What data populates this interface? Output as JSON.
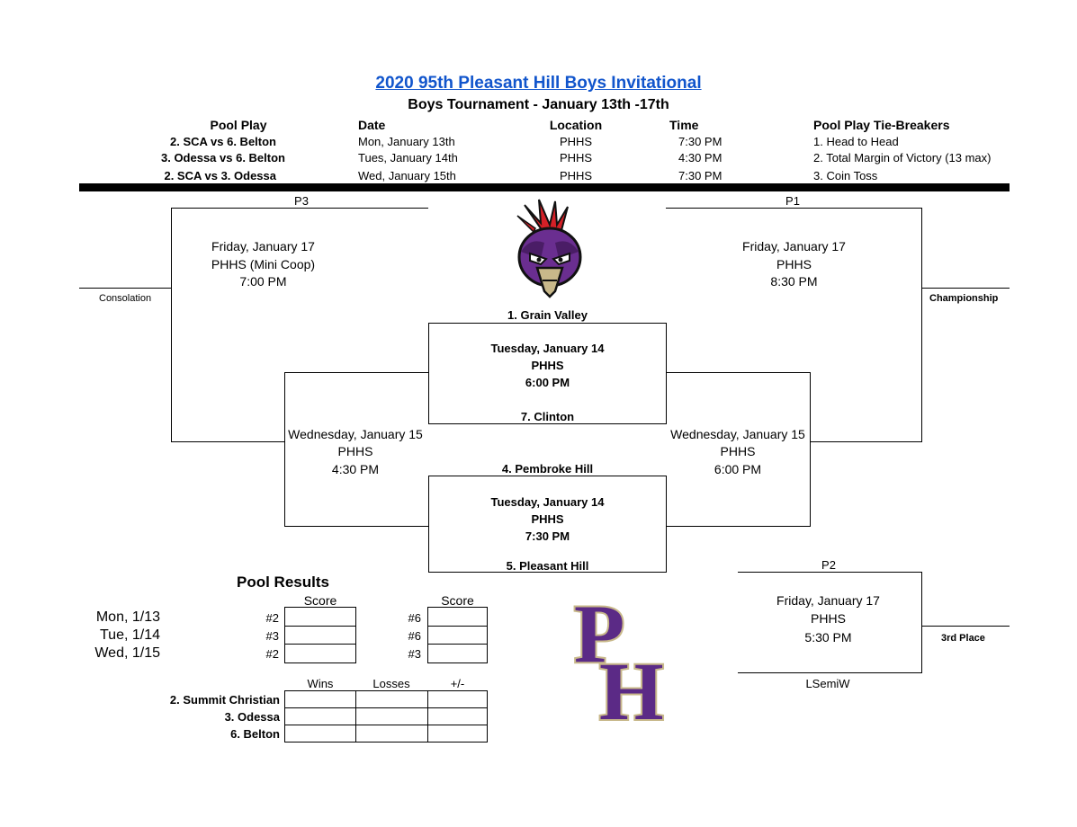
{
  "header": {
    "title": "2020 95th Pleasant Hill Boys Invitational",
    "subtitle": "Boys Tournament - January 13th -17th"
  },
  "pool_schedule": {
    "headers": {
      "matchup": "Pool Play",
      "date": "Date",
      "location": "Location",
      "time": "Time",
      "tiebreakers": "Pool Play Tie-Breakers"
    },
    "rows": [
      {
        "matchup": "2. SCA vs 6. Belton",
        "date": "Mon, January 13th",
        "location": "PHHS",
        "time": "7:30 PM",
        "tiebreaker": "1. Head to Head"
      },
      {
        "matchup": "3. Odessa vs 6. Belton",
        "date": "Tues, January 14th",
        "location": "PHHS",
        "time": "4:30 PM",
        "tiebreaker": "2. Total Margin of Victory (13 max)"
      },
      {
        "matchup": "2. SCA vs 3. Odessa",
        "date": "Wed, January 15th",
        "location": "PHHS",
        "time": "7:30 PM",
        "tiebreaker": "3. Coin Toss"
      }
    ]
  },
  "bracket": {
    "p3_label": "P3",
    "p1_label": "P1",
    "p2_label": "P2",
    "consolation": {
      "label": "Consolation",
      "date": "Friday, January 17",
      "location": "PHHS (Mini Coop)",
      "time": "7:00 PM"
    },
    "championship": {
      "label": "Championship",
      "date": "Friday, January 17",
      "location": "PHHS",
      "time": "8:30 PM"
    },
    "third_place": {
      "label": "3rd Place",
      "date": "Friday, January 17",
      "location": "PHHS",
      "time": "5:30 PM",
      "loser_label": "LSemiW"
    },
    "quarter1": {
      "top_team": "1. Grain Valley",
      "date": "Tuesday, January 14",
      "location": "PHHS",
      "time": "6:00 PM",
      "bottom_team": "7. Clinton"
    },
    "quarter2": {
      "top_team": "4. Pembroke Hill",
      "date": "Tuesday, January 14",
      "location": "PHHS",
      "time": "7:30 PM",
      "bottom_team": "5. Pleasant Hill"
    },
    "semi_left": {
      "date": "Wednesday, January 15",
      "location": "PHHS",
      "time": "4:30 PM"
    },
    "semi_right": {
      "date": "Wednesday, January 15",
      "location": "PHHS",
      "time": "6:00 PM"
    }
  },
  "pool_results": {
    "title": "Pool Results",
    "score_header": "Score",
    "games": [
      {
        "date": "Mon, 1/13",
        "seed_a": "#2",
        "seed_b": "#6"
      },
      {
        "date": "Tue, 1/14",
        "seed_a": "#3",
        "seed_b": "#6"
      },
      {
        "date": "Wed, 1/15",
        "seed_a": "#2",
        "seed_b": "#3"
      }
    ],
    "standings_headers": {
      "wins": "Wins",
      "losses": "Losses",
      "diff": "+/-"
    },
    "teams": [
      "2. Summit Christian",
      "3. Odessa",
      "6. Belton"
    ]
  },
  "logos": {
    "mascot": "rooster-mascot-icon",
    "monogram": "PH",
    "colors": {
      "purple": "#5b2a86",
      "gold": "#c8b88a",
      "red": "#d42027",
      "link_blue": "#1155cc"
    }
  }
}
